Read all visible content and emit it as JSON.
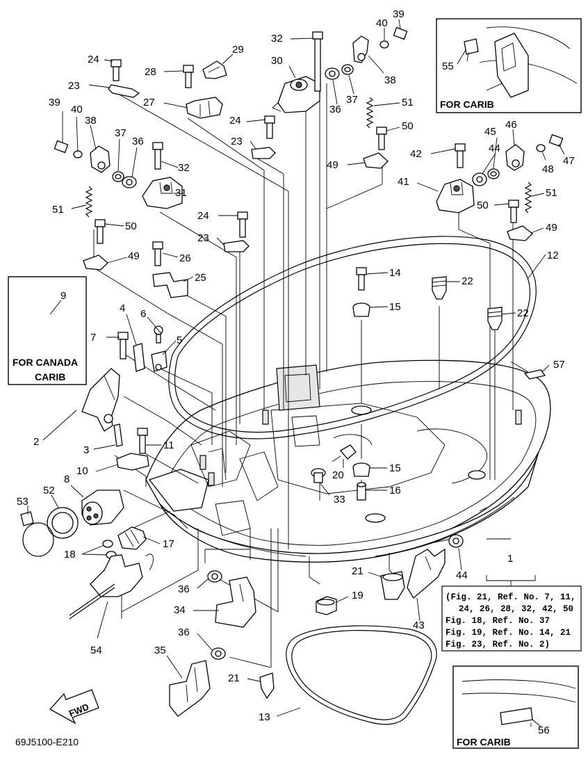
{
  "callouts": [
    {
      "id": "c1",
      "text": "1"
    },
    {
      "id": "c2",
      "text": "2"
    },
    {
      "id": "c3",
      "text": "3"
    },
    {
      "id": "c4",
      "text": "4"
    },
    {
      "id": "c5",
      "text": "5"
    },
    {
      "id": "c6",
      "text": "6"
    },
    {
      "id": "c7",
      "text": "7"
    },
    {
      "id": "c8",
      "text": "8"
    },
    {
      "id": "c9",
      "text": "9"
    },
    {
      "id": "c10",
      "text": "10"
    },
    {
      "id": "c11",
      "text": "11"
    },
    {
      "id": "c12",
      "text": "12"
    },
    {
      "id": "c13",
      "text": "13"
    },
    {
      "id": "c14",
      "text": "14"
    },
    {
      "id": "c15a",
      "text": "15"
    },
    {
      "id": "c15b",
      "text": "15"
    },
    {
      "id": "c16",
      "text": "16"
    },
    {
      "id": "c17",
      "text": "17"
    },
    {
      "id": "c18",
      "text": "18"
    },
    {
      "id": "c19",
      "text": "19"
    },
    {
      "id": "c20",
      "text": "20"
    },
    {
      "id": "c21a",
      "text": "21"
    },
    {
      "id": "c21b",
      "text": "21"
    },
    {
      "id": "c22a",
      "text": "22"
    },
    {
      "id": "c22b",
      "text": "22"
    },
    {
      "id": "c23a",
      "text": "23"
    },
    {
      "id": "c23b",
      "text": "23"
    },
    {
      "id": "c23c",
      "text": "23"
    },
    {
      "id": "c24a",
      "text": "24"
    },
    {
      "id": "c24b",
      "text": "24"
    },
    {
      "id": "c24c",
      "text": "24"
    },
    {
      "id": "c25",
      "text": "25"
    },
    {
      "id": "c26",
      "text": "26"
    },
    {
      "id": "c27",
      "text": "27"
    },
    {
      "id": "c28",
      "text": "28"
    },
    {
      "id": "c29",
      "text": "29"
    },
    {
      "id": "c30",
      "text": "30"
    },
    {
      "id": "c31",
      "text": "31"
    },
    {
      "id": "c32a",
      "text": "32"
    },
    {
      "id": "c32b",
      "text": "32"
    },
    {
      "id": "c33",
      "text": "33"
    },
    {
      "id": "c34",
      "text": "34"
    },
    {
      "id": "c35",
      "text": "35"
    },
    {
      "id": "c36a",
      "text": "36"
    },
    {
      "id": "c36b",
      "text": "36"
    },
    {
      "id": "c36c",
      "text": "36"
    },
    {
      "id": "c36d",
      "text": "36"
    },
    {
      "id": "c37a",
      "text": "37"
    },
    {
      "id": "c37b",
      "text": "37"
    },
    {
      "id": "c38a",
      "text": "38"
    },
    {
      "id": "c38b",
      "text": "38"
    },
    {
      "id": "c39a",
      "text": "39"
    },
    {
      "id": "c39b",
      "text": "39"
    },
    {
      "id": "c40a",
      "text": "40"
    },
    {
      "id": "c40b",
      "text": "40"
    },
    {
      "id": "c41",
      "text": "41"
    },
    {
      "id": "c42",
      "text": "42"
    },
    {
      "id": "c43",
      "text": "43"
    },
    {
      "id": "c44a",
      "text": "44"
    },
    {
      "id": "c44b",
      "text": "44"
    },
    {
      "id": "c45",
      "text": "45"
    },
    {
      "id": "c46",
      "text": "46"
    },
    {
      "id": "c47",
      "text": "47"
    },
    {
      "id": "c48",
      "text": "48"
    },
    {
      "id": "c49a",
      "text": "49"
    },
    {
      "id": "c49b",
      "text": "49"
    },
    {
      "id": "c49c",
      "text": "49"
    },
    {
      "id": "c50a",
      "text": "50"
    },
    {
      "id": "c50b",
      "text": "50"
    },
    {
      "id": "c50c",
      "text": "50"
    },
    {
      "id": "c51a",
      "text": "51"
    },
    {
      "id": "c51b",
      "text": "51"
    },
    {
      "id": "c51c",
      "text": "51"
    },
    {
      "id": "c52",
      "text": "52"
    },
    {
      "id": "c53",
      "text": "53"
    },
    {
      "id": "c54",
      "text": "54"
    },
    {
      "id": "c55",
      "text": "55"
    },
    {
      "id": "c56",
      "text": "56"
    },
    {
      "id": "c57",
      "text": "57"
    }
  ],
  "boxes": {
    "canada_carib": {
      "line1": "FOR CANADA",
      "line2": "CARIB"
    },
    "carib_top": {
      "label": "FOR CARIB"
    },
    "carib_bottom": {
      "label": "FOR CARIB"
    }
  },
  "reference_note": {
    "lines": [
      "(Fig. 21, Ref. No. 7, 11,",
      "24, 26, 28, 32, 42, 50",
      "Fig. 18, Ref. No. 37",
      "Fig. 19, Ref. No. 14, 21",
      "Fig. 23, Ref. No. 2)"
    ]
  },
  "direction_arrow": {
    "label": "FWD"
  },
  "drawing_code": "69J5100-E210"
}
